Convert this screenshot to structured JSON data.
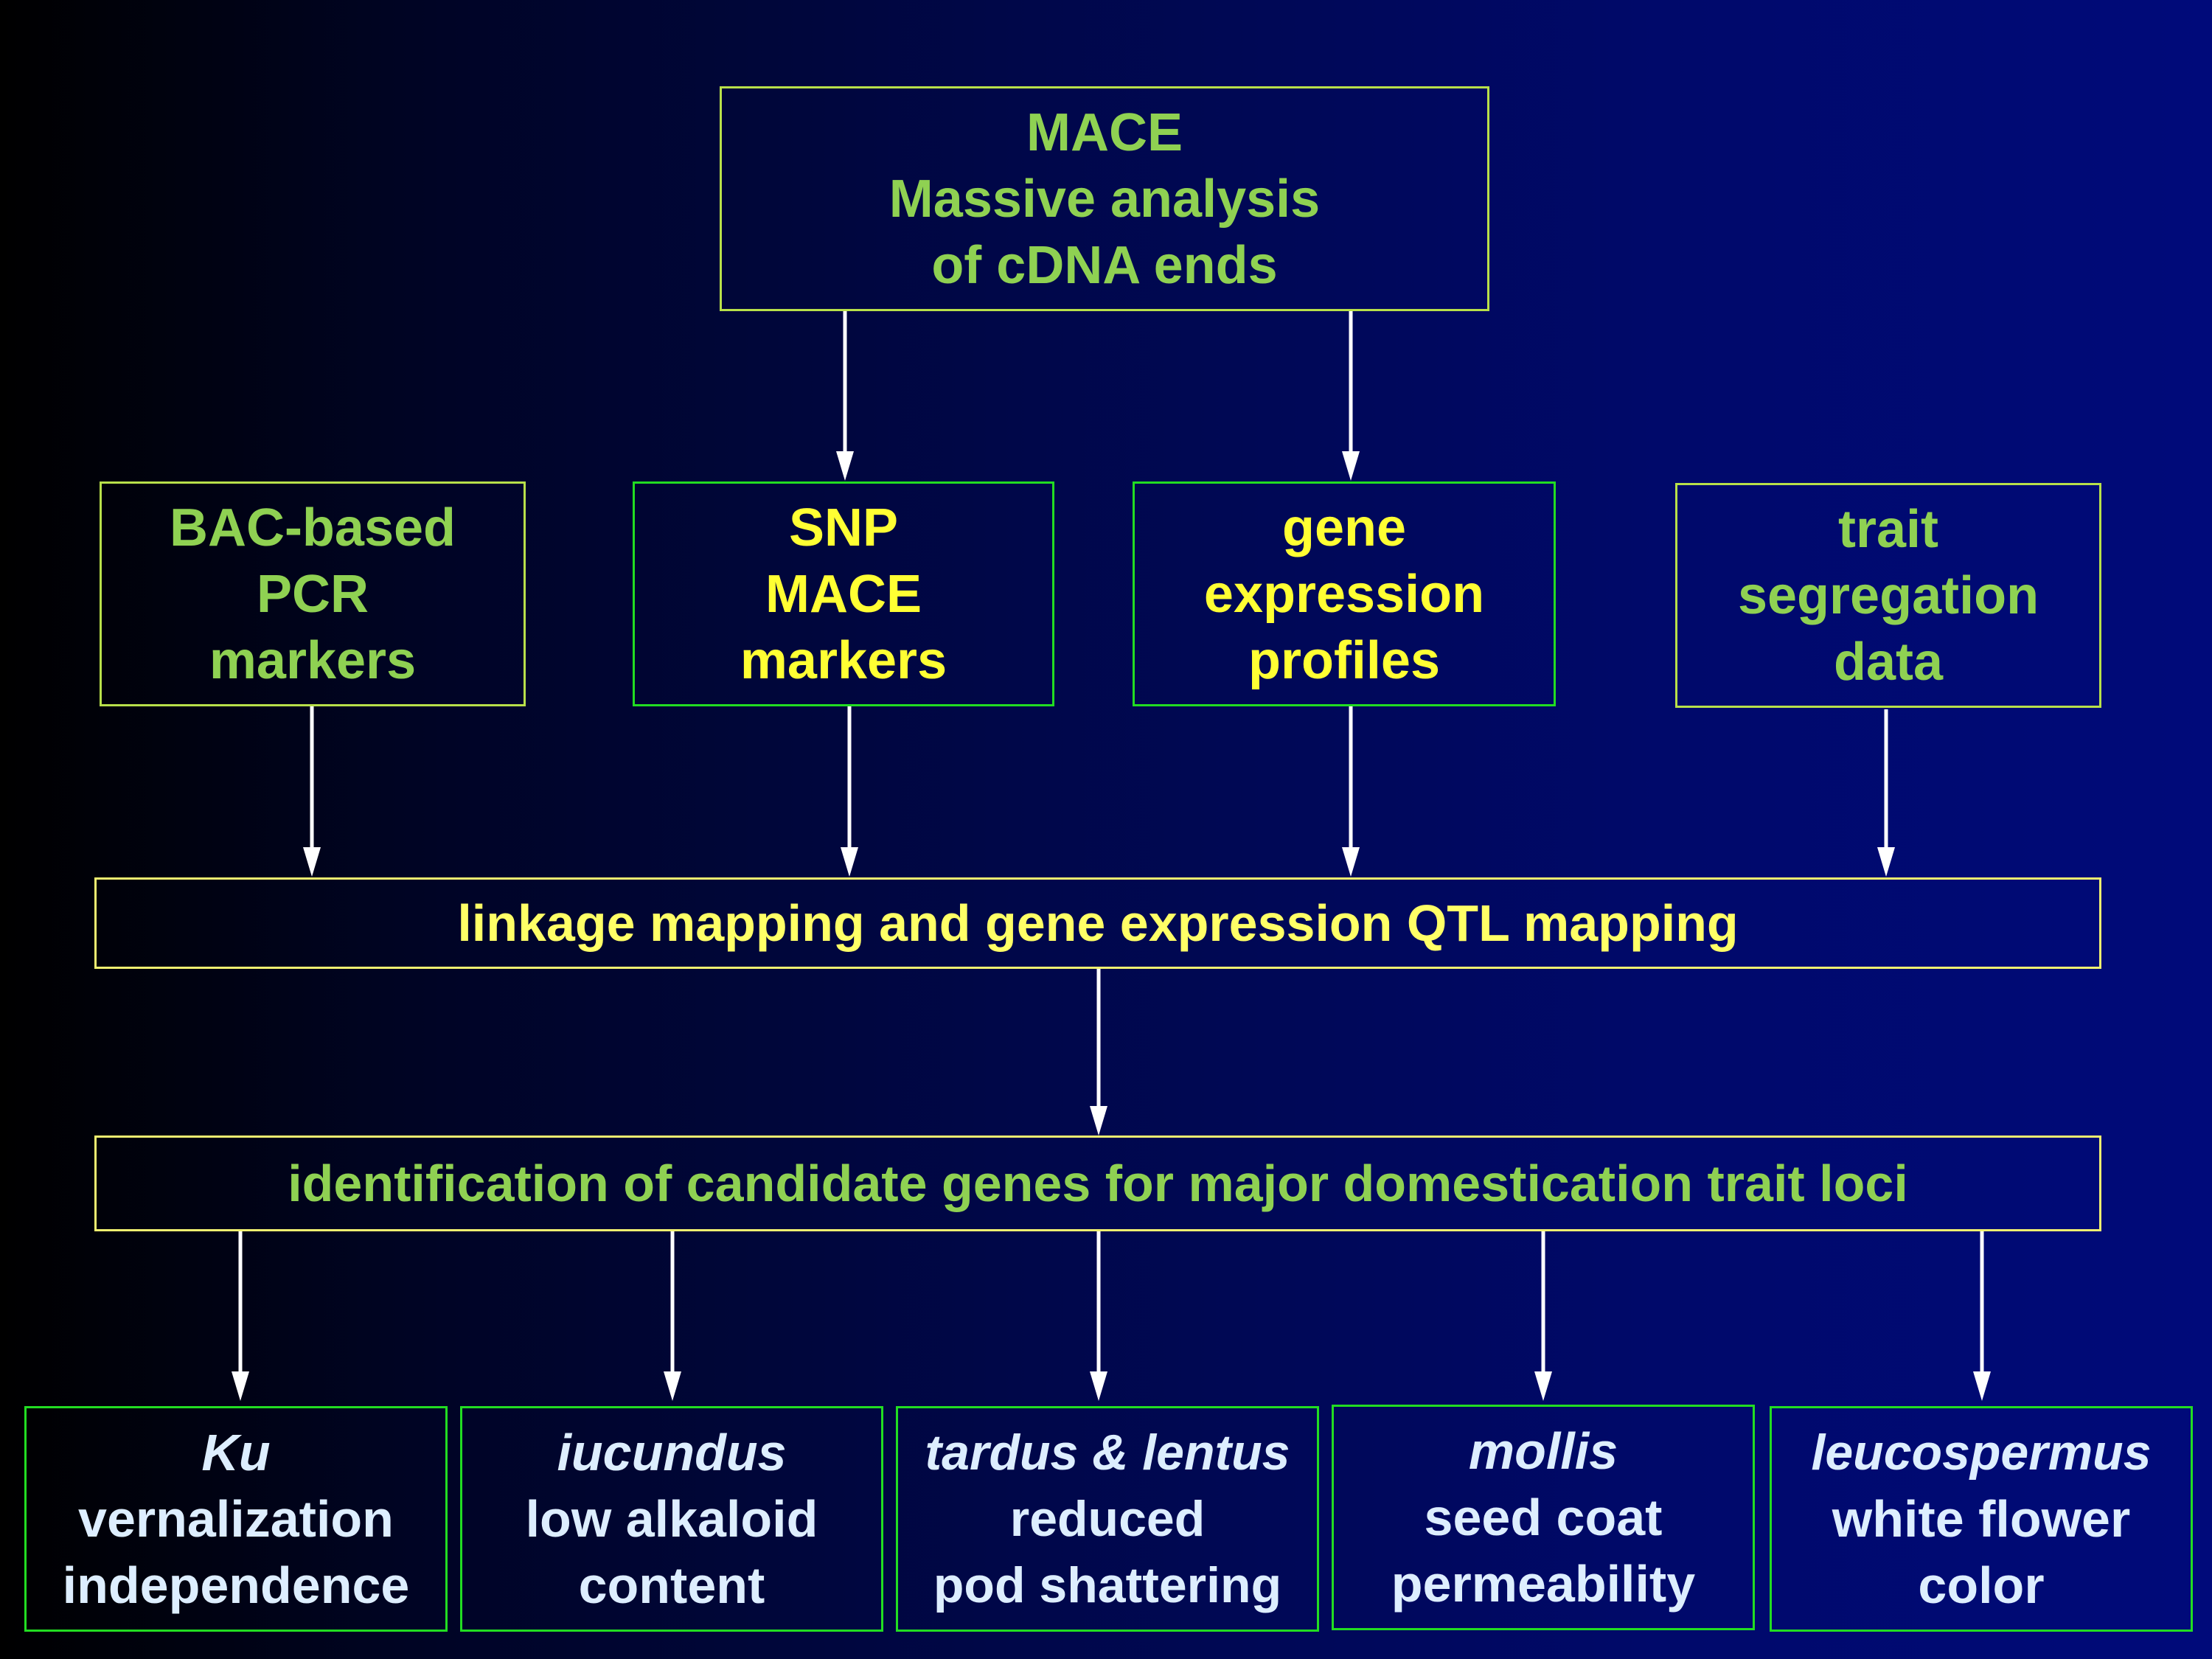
{
  "colors": {
    "green_text": "#8fd152",
    "yellow_text": "#ffff66",
    "white_text": "#ddeeff",
    "green_border": "#22dd22",
    "yellowgreen_border": "#b8e04a",
    "yellow_border": "#f0f070",
    "arrow": "#ffffff"
  },
  "mace": {
    "title": "MACE",
    "line2": "Massive analysis",
    "line3": "of cDNA ends"
  },
  "inputs": {
    "bac": [
      "BAC-based",
      "PCR",
      "markers"
    ],
    "snp": [
      "SNP",
      "MACE",
      "markers"
    ],
    "gene": [
      "gene",
      "expression",
      "profiles"
    ],
    "trait": [
      "trait",
      "segregation",
      "data"
    ]
  },
  "linkage": {
    "label": "linkage mapping and gene expression QTL mapping"
  },
  "identification": {
    "label": "identification of candidate genes for major domestication trait loci"
  },
  "outcomes": [
    {
      "gene": "Ku",
      "line2": "vernalization",
      "line3": "independence"
    },
    {
      "gene": "iucundus",
      "line2": "low alkaloid",
      "line3": "content"
    },
    {
      "gene": "tardus & lentus",
      "line2": "reduced",
      "line3": "pod shattering"
    },
    {
      "gene": "mollis",
      "line2": "seed coat",
      "line3": "permeability"
    },
    {
      "gene": "leucospermus",
      "line2": "white flower",
      "line3": "color"
    }
  ]
}
